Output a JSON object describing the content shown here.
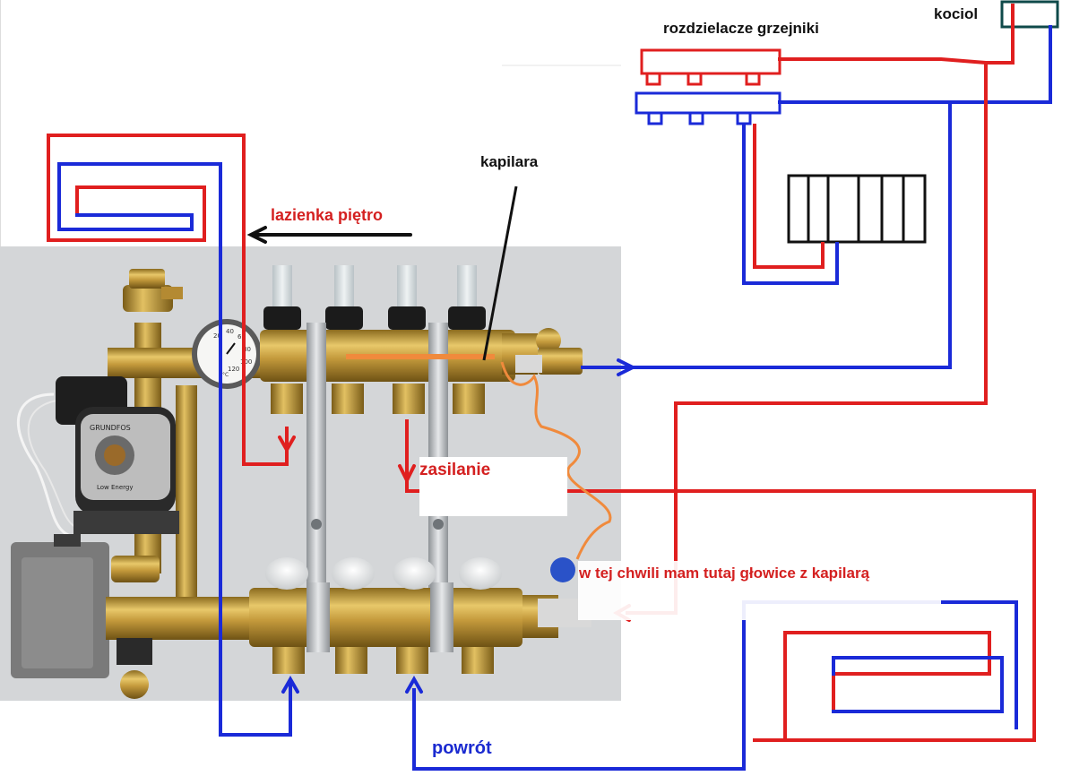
{
  "labels": {
    "kociol": "kociol",
    "rozdzielacze": "rozdzielacze grzejniki",
    "kapilara": "kapilara",
    "lazienka": "lazienka piętro",
    "zasilanie": "zasilanie",
    "glowice": "w tej chwili mam tutaj głowice z kapilarą",
    "powrot": "powrót"
  },
  "pump": {
    "brand": "GRUNDFOS",
    "model": "Low Energy"
  },
  "gauge": {
    "marks": [
      "20",
      "40",
      "60",
      "80",
      "100",
      "120"
    ],
    "unit": "°C"
  },
  "colors": {
    "supply": "#e01f1f",
    "return": "#1a2ad8",
    "capillary": "#f08a3c",
    "boiler": "#0f4a4a",
    "brass": "#c9a244",
    "photo_bg": "#d4d6d8"
  }
}
